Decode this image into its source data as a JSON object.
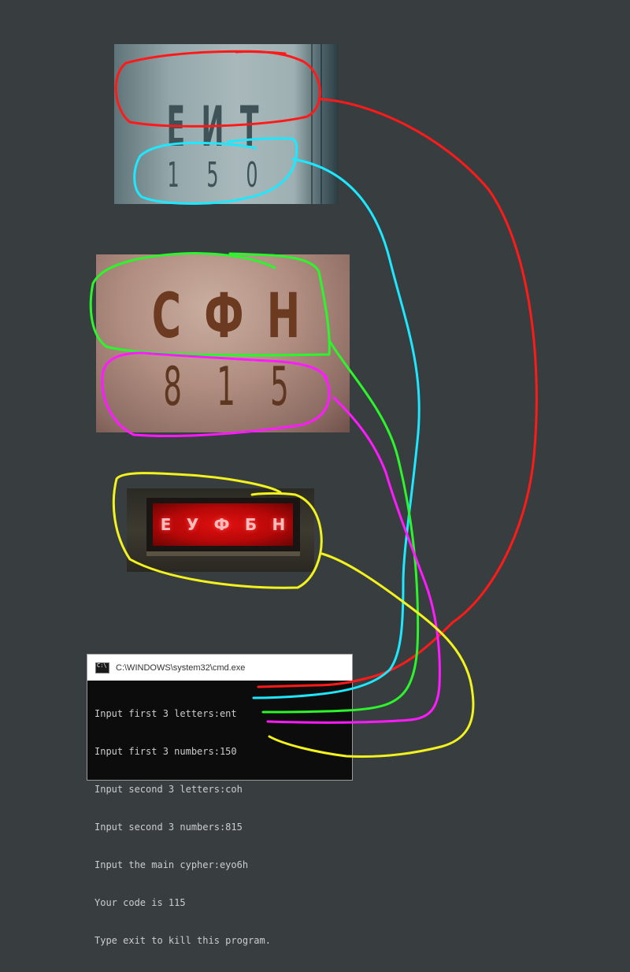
{
  "photos": {
    "dial_top": {
      "letters": [
        "Е",
        "И",
        "Т"
      ],
      "digits": [
        "1",
        "5",
        "0"
      ]
    },
    "dial_middle": {
      "letters": [
        "С",
        "Ф",
        "Н"
      ],
      "digits": [
        "8",
        "1",
        "5"
      ]
    },
    "led_panel": {
      "letters": [
        "Е",
        "У",
        "Ф",
        "Б",
        "Н"
      ]
    }
  },
  "console_window": {
    "title": "C:\\WINDOWS\\system32\\cmd.exe",
    "lines": [
      "Input first 3 letters:ent",
      "Input first 3 numbers:150",
      "Input second 3 letters:coh",
      "Input second 3 numbers:815",
      "Input the main cypher:eyo6h",
      "Your code is 115",
      "Type exit to kill this program."
    ]
  },
  "colors": {
    "background": "#383e3f",
    "red": "#ff1a1a",
    "cyan": "#1ee8ff",
    "green": "#2cf52c",
    "magenta": "#ff1aff",
    "yellow": "#f2f21e"
  },
  "icons": {
    "window": "cmd-icon"
  }
}
